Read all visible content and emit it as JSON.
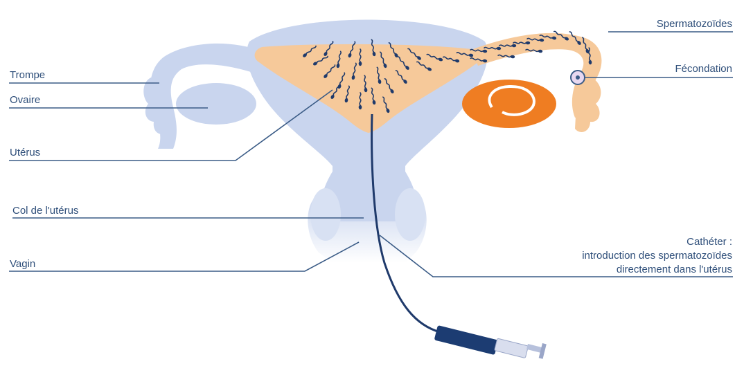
{
  "labels": {
    "trompe": "Trompe",
    "ovaire": "Ovaire",
    "uterus": "Utérus",
    "col": "Col de l'utérus",
    "vagin": "Vagin",
    "spermatozoides": "Spermatozoïdes",
    "fecondation": "Fécondation",
    "catheter_line1": "Cathéter :",
    "catheter_line2": "introduction des spermatozoïdes",
    "catheter_line3": "directement dans l'utérus"
  },
  "colors": {
    "organ": "#c9d5ee",
    "uterus_inner": "#f6c99a",
    "ovary_orange": "#ef7d22",
    "sperm": "#1f3a6b",
    "leader": "#3a5b86",
    "label_text": "#2f4f7a",
    "syringe": "#1c3c72"
  }
}
